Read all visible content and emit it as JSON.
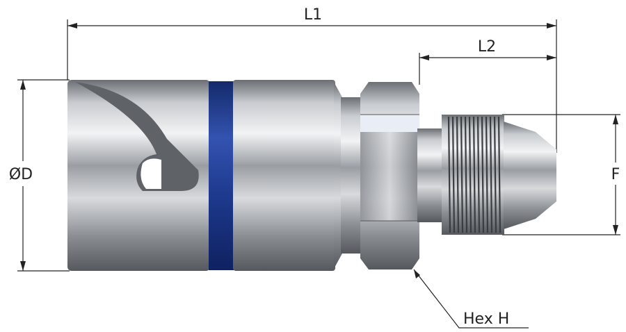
{
  "dimensions": {
    "overall_length": "L1",
    "thread_length": "L2",
    "body_diameter": "ØD",
    "thread_size": "F",
    "hex_size": "Hex H"
  },
  "colors": {
    "band": "#1e3a8f",
    "line": "#222222"
  }
}
